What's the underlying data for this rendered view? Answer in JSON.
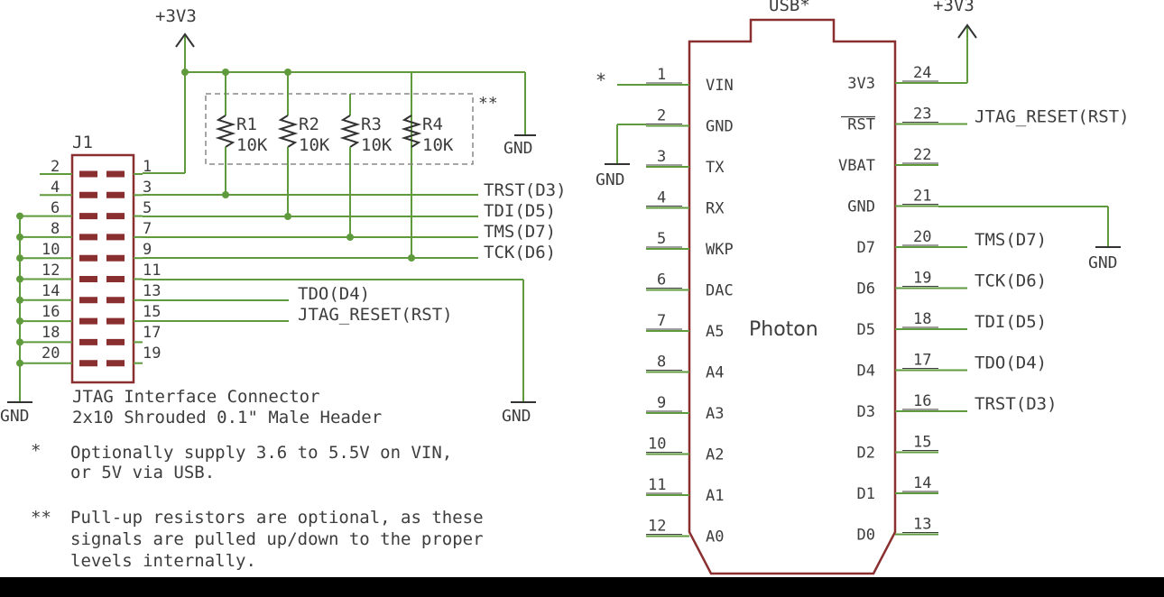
{
  "colors": {
    "wire": "#5f9b3c",
    "body": "#8a2f2f",
    "text": "#3d3d3d",
    "background": "#ffffff",
    "bottom_bar": "#000000"
  },
  "left": {
    "power_label": "+3V3",
    "connector": {
      "ref": "J1",
      "title_line1": "JTAG Interface Connector",
      "title_line2": "2x10 Shrouded 0.1\" Male Header",
      "even_pins": [
        "2",
        "4",
        "6",
        "8",
        "10",
        "12",
        "14",
        "16",
        "18",
        "20"
      ],
      "odd_pins": [
        "1",
        "3",
        "5",
        "7",
        "9",
        "11",
        "13",
        "15",
        "17",
        "19"
      ]
    },
    "resistors": [
      {
        "ref": "R1",
        "value": "10K"
      },
      {
        "ref": "R2",
        "value": "10K"
      },
      {
        "ref": "R3",
        "value": "10K"
      },
      {
        "ref": "R4",
        "value": "10K"
      }
    ],
    "optional_marker": "**",
    "signals": [
      "TRST(D3)",
      "TDI(D5)",
      "TMS(D7)",
      "TCK(D6)",
      "TDO(D4)",
      "JTAG_RESET(RST)"
    ],
    "gnd_labels": [
      "GND",
      "GND",
      "GND"
    ],
    "notes": [
      {
        "mark": "*",
        "line1": "Optionally supply 3.6 to 5.5V on VIN,",
        "line2": "or 5V via USB."
      },
      {
        "mark": "**",
        "line1": "Pull-up resistors are optional, as these",
        "line2": "signals are pulled up/down to the proper",
        "line3": "levels internally."
      }
    ]
  },
  "right": {
    "module_name": "Photon",
    "usb_label": "USB*",
    "power_label": "+3V3",
    "vin_marker": "*",
    "gnd_labels": [
      "GND",
      "GND"
    ],
    "left_pins": [
      {
        "num": "1",
        "name": "VIN"
      },
      {
        "num": "2",
        "name": "GND"
      },
      {
        "num": "3",
        "name": "TX"
      },
      {
        "num": "4",
        "name": "RX"
      },
      {
        "num": "5",
        "name": "WKP"
      },
      {
        "num": "6",
        "name": "DAC"
      },
      {
        "num": "7",
        "name": "A5"
      },
      {
        "num": "8",
        "name": "A4"
      },
      {
        "num": "9",
        "name": "A3"
      },
      {
        "num": "10",
        "name": "A2"
      },
      {
        "num": "11",
        "name": "A1"
      },
      {
        "num": "12",
        "name": "A0"
      }
    ],
    "right_pins": [
      {
        "num": "24",
        "name": "3V3",
        "net": ""
      },
      {
        "num": "23",
        "name": "RST",
        "net": "JTAG_RESET(RST)"
      },
      {
        "num": "22",
        "name": "VBAT",
        "net": ""
      },
      {
        "num": "21",
        "name": "GND",
        "net": ""
      },
      {
        "num": "20",
        "name": "D7",
        "net": "TMS(D7)"
      },
      {
        "num": "19",
        "name": "D6",
        "net": "TCK(D6)"
      },
      {
        "num": "18",
        "name": "D5",
        "net": "TDI(D5)"
      },
      {
        "num": "17",
        "name": "D4",
        "net": "TDO(D4)"
      },
      {
        "num": "16",
        "name": "D3",
        "net": "TRST(D3)"
      },
      {
        "num": "15",
        "name": "D2",
        "net": ""
      },
      {
        "num": "14",
        "name": "D1",
        "net": ""
      },
      {
        "num": "13",
        "name": "D0",
        "net": ""
      }
    ]
  }
}
